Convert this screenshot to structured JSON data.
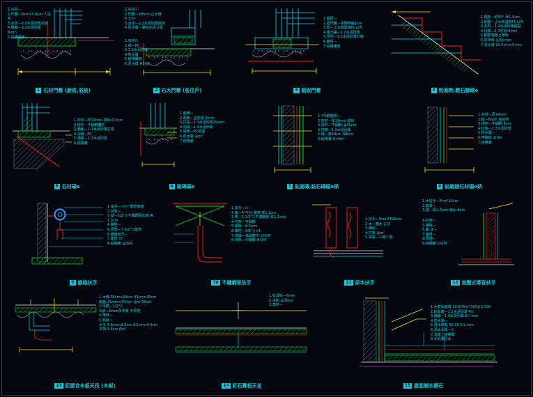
{
  "sheet": {
    "background": "#04060e",
    "colors": {
      "cyan": "#00d9ea",
      "green": "#00dd33",
      "red": "#ff2222",
      "yellow": "#ffe600",
      "magenta": "#ff4dff",
      "white": "#e8e8e8",
      "blue": "#2f8fff",
      "hatch_gray": "#7f8fa0"
    }
  },
  "panels": [
    {
      "num": "1",
      "title": "石材門着 (廚房,浴廁)",
      "notes": "1.石材—\n2.門着—8cm×5.4cm 人造石\n3.水泥—1:3水泥砂漿打底\n4.樓面—1:3水泥砂漿 6mm\n5.結構樓板"
    },
    {
      "num": "2",
      "title": "石大門着 (各住戶)",
      "notes": "1.石材—\n2.門着—19mm 止水墩 6.3cm\n3.水泥—1:2水泥砂漿固定\n4.防水層—彈性水泥 2道",
      "notes2": "1.石材∅\n2.縫—PC\n3.1:3水泥砂漿\n4.防水層\n5.結構樓板\n6.見大樣 #30A"
    },
    {
      "num": "3",
      "title": "鋁梁門着",
      "notes": "1.鋁框—\n2.鋁門楣—現場伸縮1cm\n3.框—止水收邊條PC以內\n4.塞水路—1:2水泥砂漿\n5.地坪—1:3水泥砂漿打底\n6.面材—\n7.結構樓板"
    },
    {
      "num": "4",
      "title": "粉面劑,鬆石腳踢e",
      "notes": "1.踏步—約65° 厚1.5cm\n2.踢腳—止水收邊條PC以內\n3.石材—1:2水泥砂漿黏貼\n4.砂漿—1:3打底 6mm\n5.鋼筋混凝土梯板\n6.防滑條 @30 mm\n7.見大樣 20.5cm×4 mm"
    },
    {
      "num": "5",
      "title": "石材礑e",
      "notes": "1.石材—厚19mm 縫6×0.3cm\n2.掛件—不鏽鋼繫件\n3.牆面—1:3水泥砂漿打底\n4.勾縫—PC\n5.灌漿—1:2水泥砂漿\n6.結構牆"
    },
    {
      "num": "6",
      "title": "面磚礑e",
      "notes": "1.面磚—\n2.黏著—益膠泥 3mm\n3.打底—1:3水泥砂漿15mm\n4.勾縫—1:2水泥砂漿\n5.陽角—PC收邊\n6.防水層 @m²\n7.結構牆"
    },
    {
      "num": "7",
      "title": "貼面磚,鉆石磚礑e孫",
      "notes": "1.7%鋼筋網—\n2.石材—厚19mm 乾掛\n3.掛件—不鏽鋼 @45cm\n4.打底—1:3水泥砂漿\n5.縫—寬18cm 深8cm\n6.結構牆 6×4m²"
    },
    {
      "num": "8",
      "title": "鉆縮鎊石材礑e跻",
      "notes": "1.石材—厚19mm\n2.縫—6mm 填縫劑\n3.掛件—不鏽鋼 8cm\n4.打底—1:3水泥砂漿\n5.防水層—\n6.伸縮縫 @3m\n7.結構牆"
    },
    {
      "num": "9",
      "title": "腳踏扶手",
      "notes": "1.扶手—∅m² 鋼管烤漆\n2.托架—\n3.壁—1/2\"∅不鏽鋼固定座 高1.2cm\n4.螺栓—\n5.預埋—1:1/2\"∅壁虎\n6.牆面粉光—\n7.面材 m²\n8.結構牆 @30A"
    },
    {
      "num": "10",
      "title": "不鏽鋼管扶手",
      "notes": "1.扶手—∅\n2.面—4\"平台,階梯 高1.2cm\n3.管—1:1/2\"∅不鏽鋼管 厚1.2mm\n4.托架—不鏽鋼\n5.底板—4.5mm\n6.螺栓—3/8\"∅×4\n7.焊接—滿焊磨平 10CM\n8.材質—不鏽鋼 #304"
    },
    {
      "num": "11",
      "title": "原木扶手",
      "notes": "1.扶手—5cm平P10cm\n2.木—實木 企口\n3.螺絲—\n4.托架 @m²\n5.油漆—三底二度"
    },
    {
      "num": "12",
      "title": "按壓式導盲扶手",
      "notes": "1.木扶手—8cm²10cm\n2.面漆—\n3.壁—厚1.2mm 縫m 8cm",
      "notes2": "4.托架—\n5.螺栓—\n6.牆 @—\n7.面材—\n8.預埋—\n9.結構牆 10CM"
    },
    {
      "num": "13",
      "title": "釘膠合木板天花 (木架)",
      "notes": "1.木條:30cm×30cm 43cm×35cm\n面板:25mm×35mm @m²35cm\n2.吊筋—1/2\"∅\n3.板—6mm厚夾板 平頂燈\n4.角材—\n5.收邊—\n木子:4.4cm×4.5cm 4.2cm×4.3cm\n平頂:3.5cm 6m²"
    },
    {
      "num": "14",
      "title": "釘石膏板天花",
      "notes": "1.石膏板—6mm\n2.吊筋 @30cm\n3.角材—"
    },
    {
      "num": "15",
      "title": "屋面鋪水磨石",
      "notes": "1.水磨石面層 20/100m²/105gr1/100\n2.結晶蠟—1:2水泥砂漿 4∅\n3.鋪面—1:3水泥砂漿 6∅ mm\n4.防水層—\n5.洩水坡度 50:20:1/1 mm\n6.素水泥漿—∅\n7.混凝土結構層\n8.女兒牆泛水"
    }
  ]
}
